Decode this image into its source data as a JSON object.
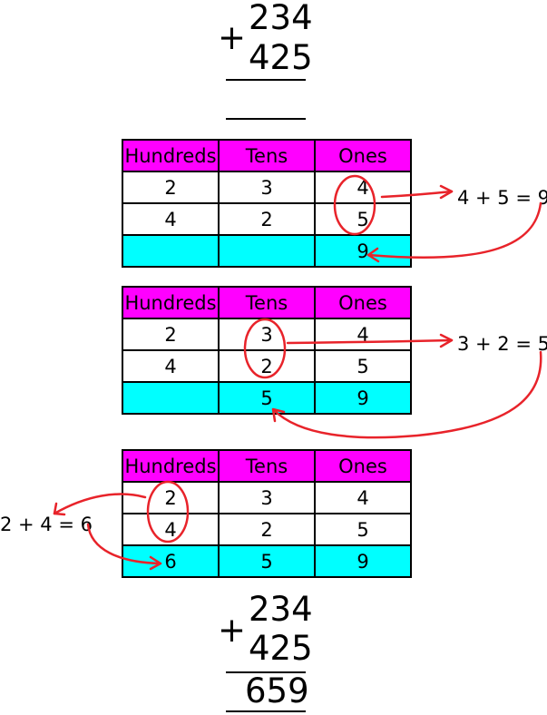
{
  "top_problem": {
    "operator": "+",
    "addend1": "234",
    "addend2": "425",
    "result": ""
  },
  "bottom_problem": {
    "operator": "+",
    "addend1": "234",
    "addend2": "425",
    "result": "659"
  },
  "headers": [
    "Hundreds",
    "Tens",
    "Ones"
  ],
  "tables": [
    {
      "rows": [
        [
          "2",
          "3",
          "4"
        ],
        [
          "4",
          "2",
          "5"
        ]
      ],
      "sum": [
        "",
        "",
        "9"
      ]
    },
    {
      "rows": [
        [
          "2",
          "3",
          "4"
        ],
        [
          "4",
          "2",
          "5"
        ]
      ],
      "sum": [
        "",
        "5",
        "9"
      ]
    },
    {
      "rows": [
        [
          "2",
          "3",
          "4"
        ],
        [
          "4",
          "2",
          "5"
        ]
      ],
      "sum": [
        "6",
        "5",
        "9"
      ]
    }
  ],
  "equations": {
    "ones": "4 + 5 = 9",
    "tens": "3 + 2 = 5",
    "hundreds": "2 + 4 = 6"
  },
  "colors": {
    "header": "#ff00ff",
    "sum_row": "#00ffff",
    "annotation": "#e8232a"
  }
}
